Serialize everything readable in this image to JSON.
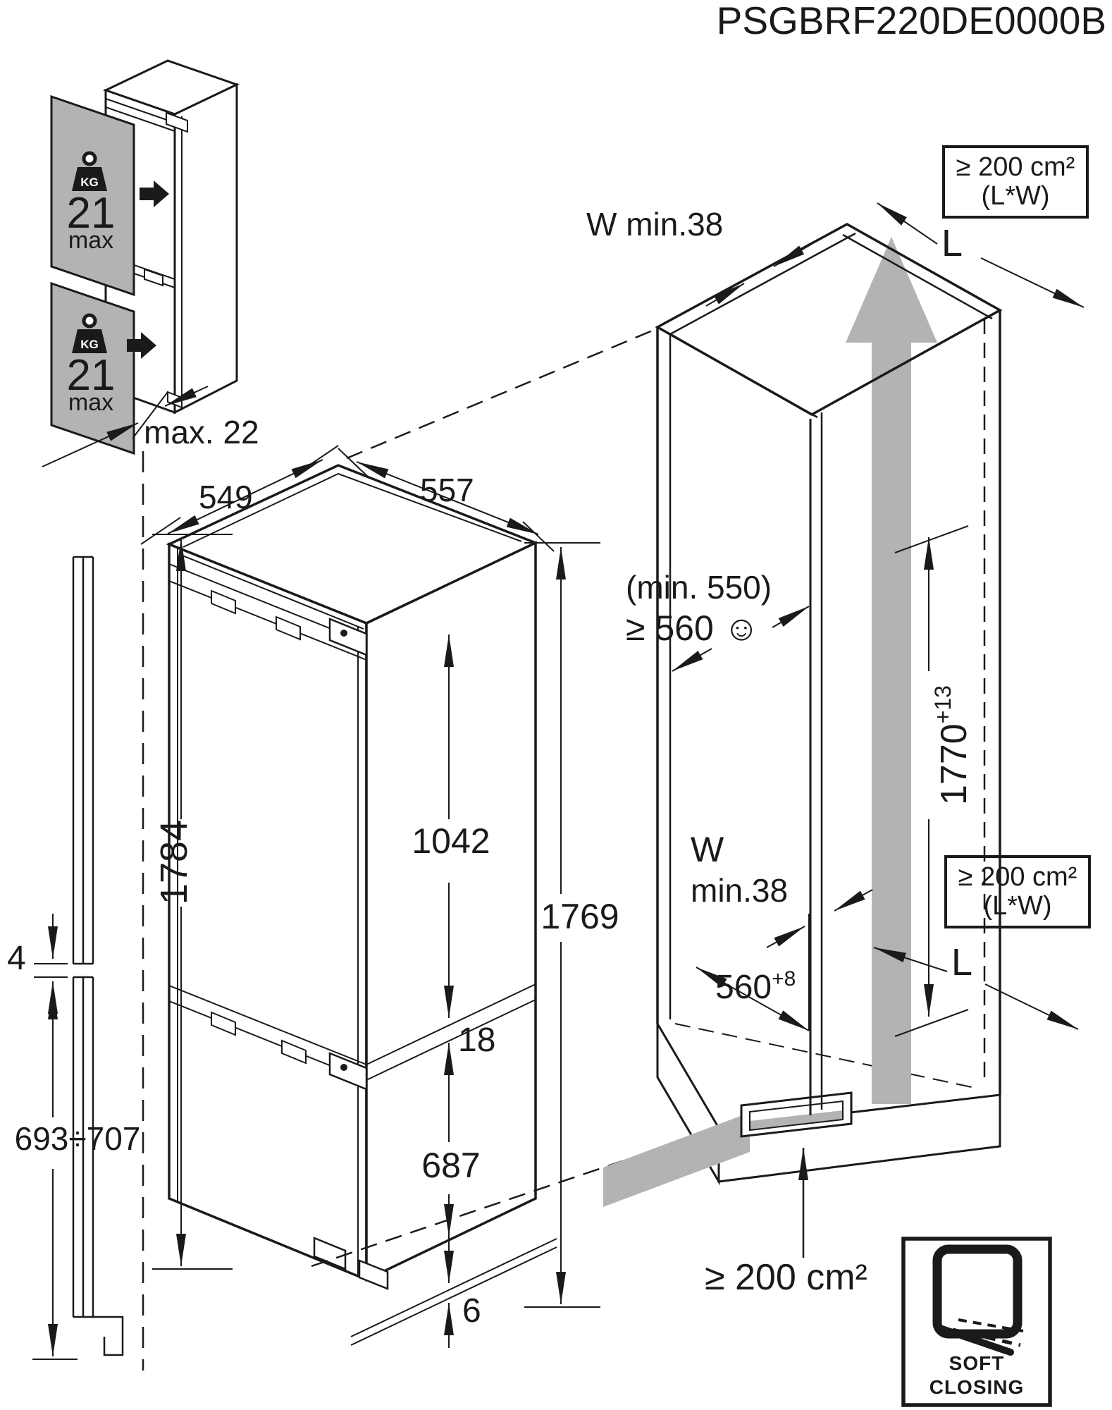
{
  "title": "PSGBRF220DE0000B",
  "colors": {
    "line": "#1a1a1a",
    "panel_gray": "#b3b3b3",
    "flow_gray": "#b3b3b3"
  },
  "door_weights": {
    "kg_unit": "KG",
    "upper": {
      "value": "21",
      "suffix": "max"
    },
    "lower": {
      "value": "21",
      "suffix": "max"
    },
    "door_thickness": "max. 22"
  },
  "appliance": {
    "depth": "549",
    "width": "557",
    "door_height": "1784",
    "upper_door_height": "1042",
    "appliance_height": "1769",
    "door_gap": "18",
    "lower_door_height": "687",
    "bottom_gap": "6",
    "panel_gap": "4",
    "lower_panel_height": "693÷707"
  },
  "niche": {
    "top_wall": "W min.38",
    "vent_top": {
      "area": "≥ 200 cm²",
      "formula": "(L*W)",
      "length": "L"
    },
    "depth_note": "(min. 550)",
    "depth": "≥ 560 ☺",
    "height": {
      "value": "1770",
      "tolerance": "+13"
    },
    "side_wall": {
      "w": "W",
      "min": "min.38"
    },
    "width": {
      "value": "560",
      "tolerance": "+8"
    },
    "vent_mid": {
      "area": "≥ 200 cm²",
      "formula": "(L*W)",
      "length": "L"
    },
    "vent_bottom": "≥ 200 cm²"
  },
  "soft_closing": {
    "line1": "SOFT",
    "line2": "CLOSING"
  }
}
